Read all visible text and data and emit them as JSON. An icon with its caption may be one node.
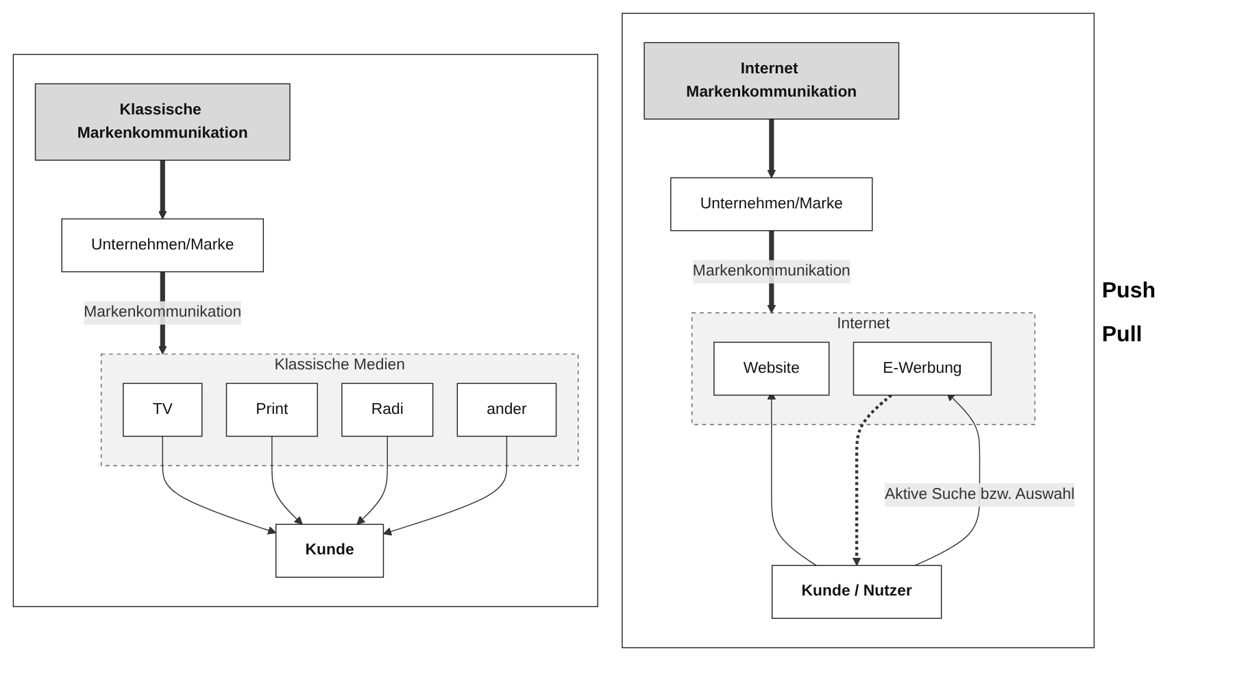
{
  "diagram": {
    "nodes": [
      {
        "text": [],
        "shape": "box"
      },
      {
        "text": [
          "Klassische Markenkommunikation"
        ],
        "in": 0
      },
      {
        "text": [
          "Unternehmen/Marke"
        ],
        "in": 0
      },
      {
        "text": [
          "Klassische Medien"
        ],
        "in": 0
      },
      {
        "text": [
          "TV"
        ],
        "in": 3
      },
      {
        "text": [
          "Print"
        ],
        "in": 3
      },
      {
        "text": [
          "Radi"
        ],
        "in": 3
      },
      {
        "text": [
          "ander"
        ],
        "in": 3
      },
      {
        "text": [
          "Kunde"
        ],
        "in": 0
      },
      {
        "text": [],
        "shape": "box"
      },
      {
        "text": [
          "Internet Markenkommunikation"
        ],
        "in": 9
      },
      {
        "text": [
          "Unternehmen/Marke"
        ],
        "in": 9
      },
      {
        "text": [
          "Internet"
        ],
        "in": 9
      },
      {
        "text": [
          "Website"
        ],
        "in": 12
      },
      {
        "text": [
          "E-Werbung"
        ],
        "in": 12
      },
      {
        "text": [
          "Kunde / Nutzer"
        ],
        "in": 9
      }
    ],
    "edges": [
      {
        "from": 1,
        "to": 2,
        "arrow": "to",
        "style": "thick"
      },
      {
        "from": 2,
        "to": 3,
        "arrow": "to",
        "style": "thick",
        "label": "Markenkommunikation"
      },
      {
        "from": 4,
        "to": 8,
        "arrow": "to"
      },
      {
        "from": 5,
        "to": 8,
        "arrow": "to"
      },
      {
        "from": 6,
        "to": 8,
        "arrow": "to"
      },
      {
        "from": 7,
        "to": 8,
        "arrow": "to"
      },
      {
        "from": 10,
        "to": 11,
        "arrow": "to",
        "style": "thick"
      },
      {
        "from": 11,
        "to": 12,
        "arrow": "to",
        "style": "thick",
        "label": "Markenkommunikation"
      },
      {
        "from": 15,
        "to": 13,
        "arrow": "to"
      },
      {
        "from": 14,
        "to": 15,
        "arrow": "to",
        "style": "dashed"
      },
      {
        "from": 15,
        "to": 14,
        "arrow": "to",
        "label": "Aktive Suche bzw. Auswahl"
      }
    ],
    "labels": [
      "Push",
      "Pull"
    ]
  }
}
